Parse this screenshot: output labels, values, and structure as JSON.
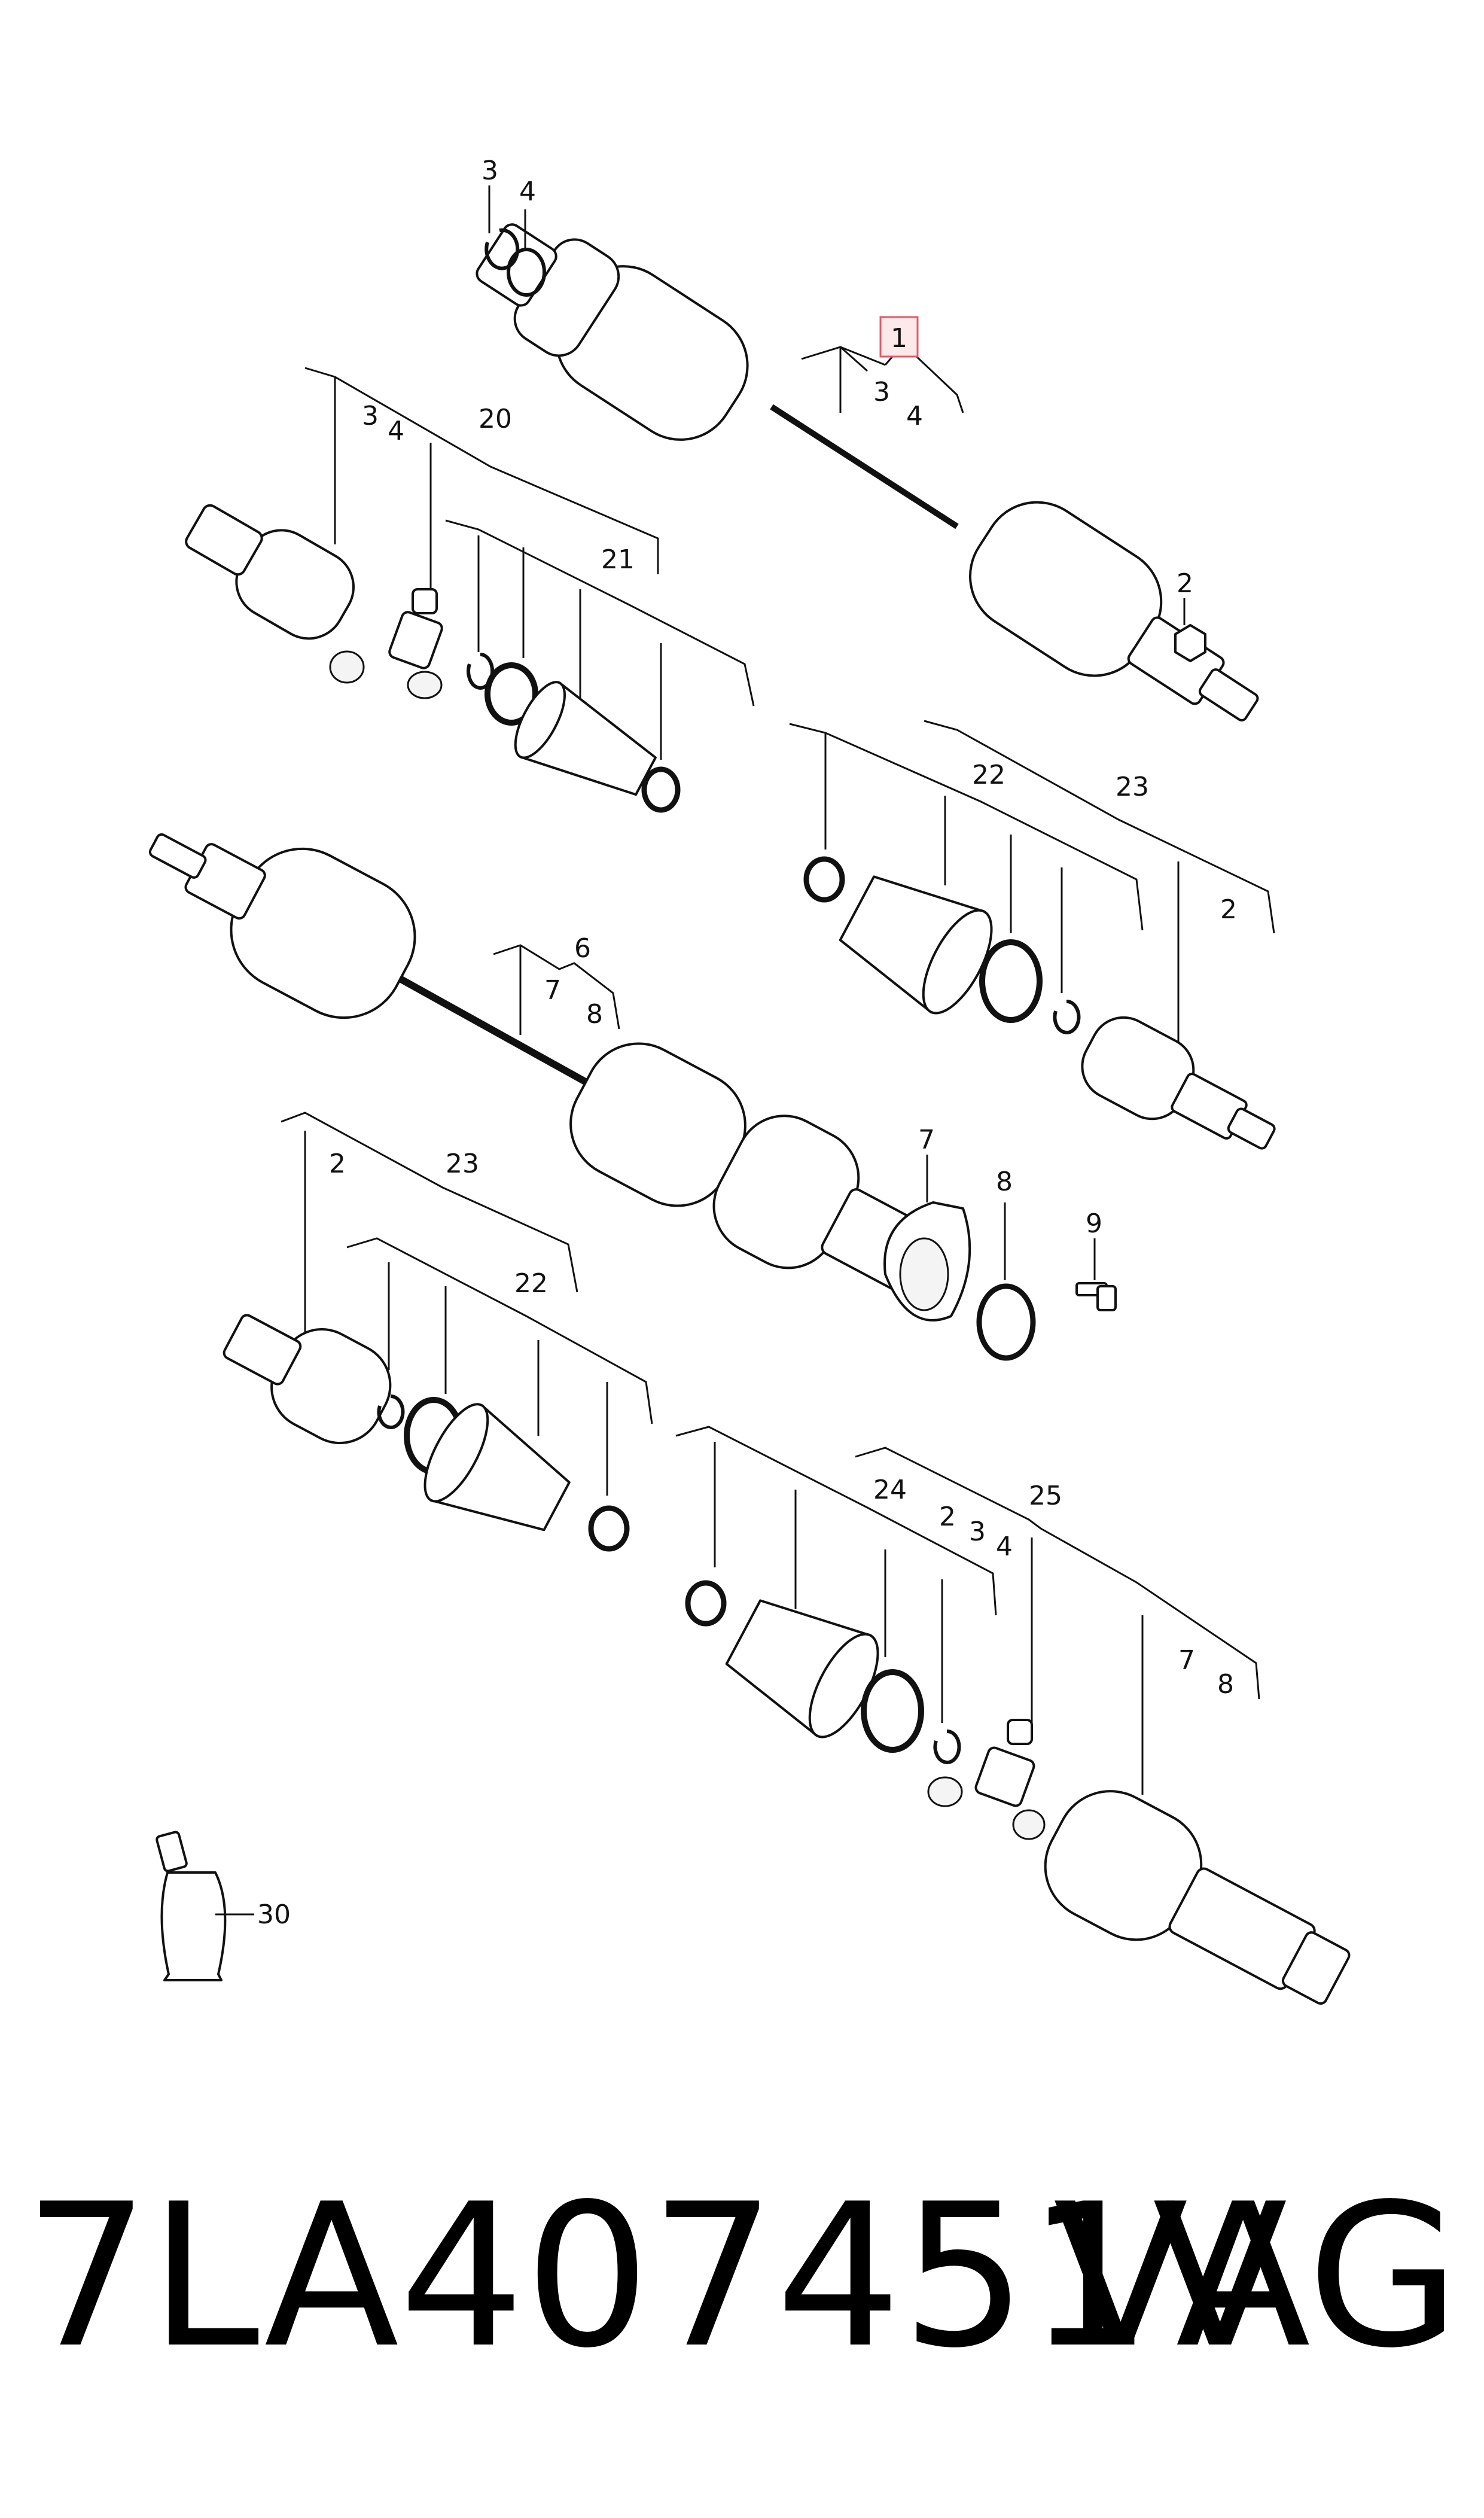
{
  "callouts": {
    "c1": "1",
    "c2": "2",
    "c3": "3",
    "c4": "4",
    "c6": "6",
    "c7": "7",
    "c8": "8",
    "c9": "9",
    "c20": "20",
    "c21": "21",
    "c22": "22",
    "c23": "23",
    "c24": "24",
    "c25": "25",
    "c30": "30"
  },
  "highlight_color": "#e05a6a",
  "footer": {
    "part_number": "7LA407451V",
    "brand": "VAG"
  }
}
